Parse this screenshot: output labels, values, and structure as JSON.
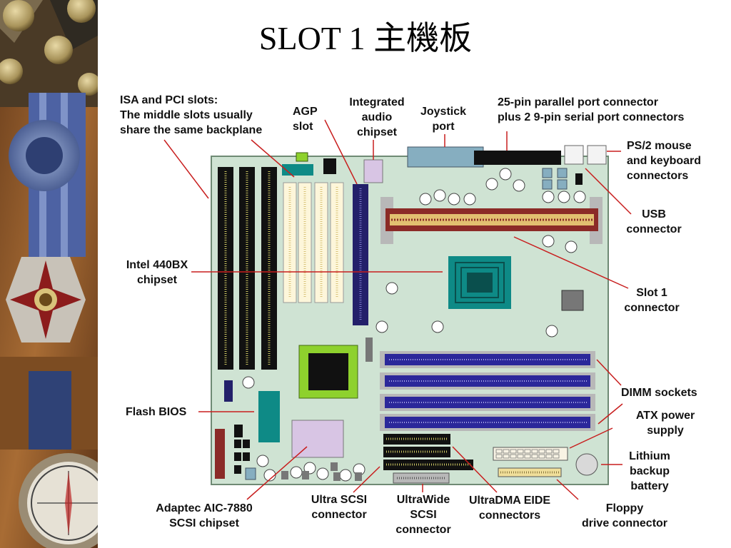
{
  "slide": {
    "title": "SLOT 1 主機板"
  },
  "labels": {
    "isa_pci": [
      "ISA and PCI slots:",
      "The middle slots usually",
      "share the same backplane"
    ],
    "agp": [
      "AGP",
      "slot"
    ],
    "audio": [
      "Integrated",
      "audio",
      "chipset"
    ],
    "joystick": [
      "Joystick",
      "port"
    ],
    "parallel": [
      "25-pin parallel port connector",
      "plus 2 9-pin serial port connectors"
    ],
    "ps2": [
      "PS/2 mouse",
      "and keyboard",
      "connectors"
    ],
    "usb": [
      "USB",
      "connector"
    ],
    "intel": [
      "Intel 440BX",
      "chipset"
    ],
    "slot1": [
      "Slot 1",
      "connector"
    ],
    "dimm": [
      "DIMM sockets"
    ],
    "atx": [
      "ATX power",
      "supply"
    ],
    "flash": [
      "Flash BIOS"
    ],
    "lithium": [
      "Lithium",
      "backup",
      "battery"
    ],
    "adaptec": [
      "Adaptec AIC-7880",
      "SCSI chipset"
    ],
    "ultrascsi": [
      "Ultra SCSI",
      "connector"
    ],
    "ultrawide": [
      "UltraWide",
      "SCSI",
      "connector"
    ],
    "eide": [
      "UltraDMA EIDE",
      "connectors"
    ],
    "floppy": [
      "Floppy",
      "drive connector"
    ]
  },
  "colors": {
    "board": "#cfe3d3",
    "board_border": "#6f8a74",
    "isa_slot": "#111111",
    "pci_slot": "#fdf6da",
    "agp_slot": "#23206a",
    "dimm_slot": "#2b279a",
    "chipset": "#0e8a86",
    "cpu_slot": "#8b2b27",
    "heatsink": "#8ed12d",
    "leader_line": "#c81e1e"
  }
}
